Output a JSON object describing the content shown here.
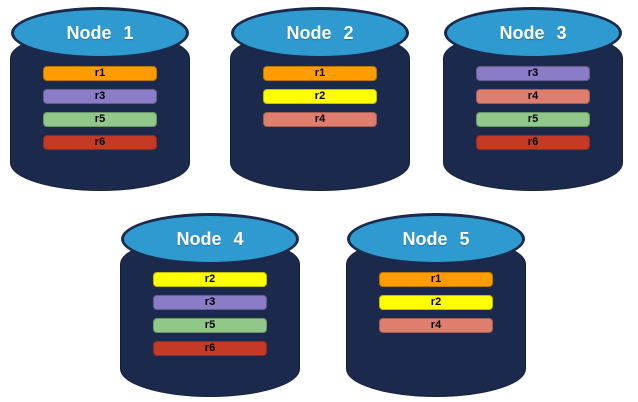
{
  "colors": {
    "canvas_background": "#FFFFFF",
    "cylinder_body": "#1B2A4C",
    "cylinder_top": "#2F9AD0",
    "title_text": "#FFFFFF",
    "bar_text": "#000000"
  },
  "replica_colors": {
    "r1": "#FF9D00",
    "r2": "#FFFF00",
    "r3": "#8A7CC6",
    "r4": "#DD7E6E",
    "r5": "#90C88A",
    "r6": "#C43A24"
  },
  "nodes": [
    {
      "title": "Node 1",
      "replicas": [
        "r1",
        "r3",
        "r5",
        "r6"
      ]
    },
    {
      "title": "Node 2",
      "replicas": [
        "r1",
        "r2",
        "r4"
      ]
    },
    {
      "title": "Node 3",
      "replicas": [
        "r3",
        "r4",
        "r5",
        "r6"
      ]
    },
    {
      "title": "Node 4",
      "replicas": [
        "r2",
        "r3",
        "r5",
        "r6"
      ]
    },
    {
      "title": "Node 5",
      "replicas": [
        "r1",
        "r2",
        "r4"
      ]
    }
  ]
}
